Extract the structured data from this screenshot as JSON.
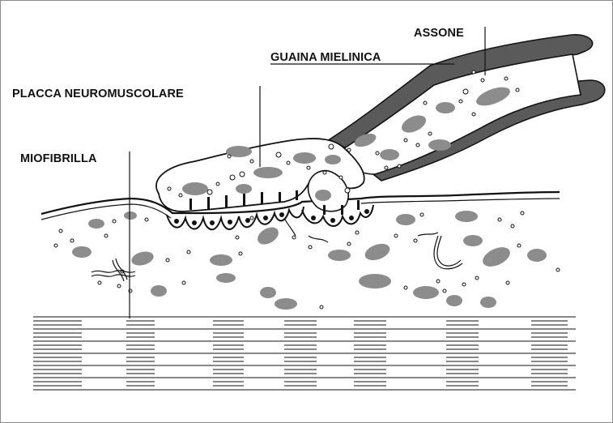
{
  "labels": {
    "assone": "ASSONE",
    "guaina": "GUAINA MIELINICA",
    "placca": "PLACCA NEUROMUSCOLARE",
    "miofibrilla": "MIOFIBRILLA"
  },
  "colors": {
    "ink": "#111111",
    "organelle": "#8c8c8c",
    "sheath": "#5a5a5a",
    "border": "#8a8a8a"
  }
}
